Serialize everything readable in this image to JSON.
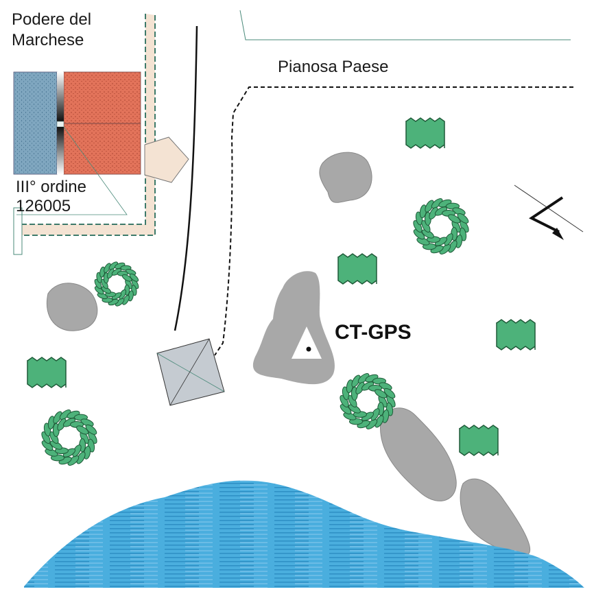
{
  "labels": {
    "farm_line1": "Podere del",
    "farm_line2": "Marchese",
    "village": "Pianosa Paese",
    "order_line1": "III° ordine",
    "order_line2": "126005",
    "station": "CT-GPS"
  },
  "colors": {
    "field_blue": "#7fa6bf",
    "field_red": "#e2735a",
    "road": "#f4e3d3",
    "rock": "#a8a8a8",
    "vegetation": "#4db27a",
    "water": "#3ea3d6",
    "building": "#c5cbd1"
  }
}
